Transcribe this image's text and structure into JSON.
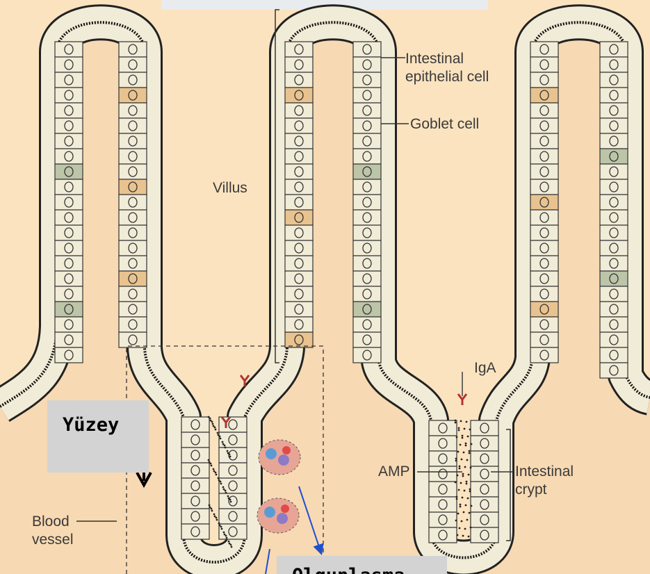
{
  "labels": {
    "intestinal_epithelial_cell": [
      "Intestinal",
      "epithelial cell"
    ],
    "goblet_cell": "Goblet cell",
    "villus": "Villus",
    "iga": "IgA",
    "amp": "AMP",
    "intestinal_crypt": [
      "Intestinal",
      "crypt"
    ],
    "blood_vessel": [
      "Blood",
      "vessel"
    ]
  },
  "annotations": {
    "surface": "Yüzey",
    "maturation": "Olgunlaşma"
  },
  "colors": {
    "background": "#fbe3c0",
    "vessel": "#a51e22",
    "epithelium_outline": "#222222",
    "cell_fill": "#f1ecd7",
    "goblet_fill": "#bcc5a8",
    "paneth_fill": "#e9c38f",
    "annotation_box": "#d3d3d3",
    "annotation_arrow": "#1f4fd0",
    "dashed_box": "#333333"
  }
}
